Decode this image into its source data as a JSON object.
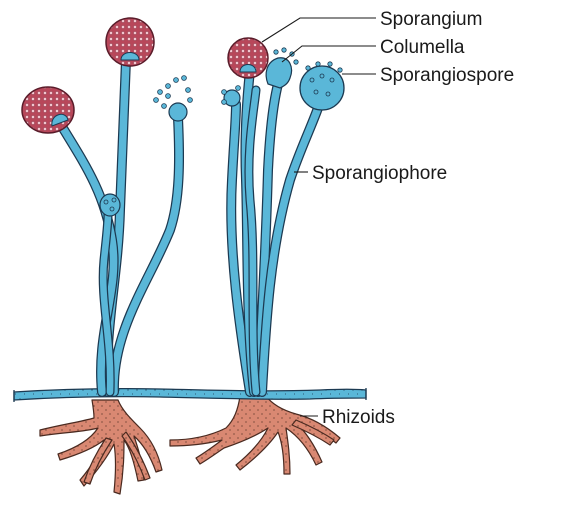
{
  "labels": {
    "sporangium": "Sporangium",
    "columella": "Columella",
    "sporangiospore": "Sporangiospore",
    "sporangiophore": "Sporangiophore",
    "rhizoids": "Rhizoids"
  },
  "colors": {
    "hypha_fill": "#5ab7d8",
    "hypha_outline": "#1c3a52",
    "sporangium_fill": "#b8475a",
    "sporangium_dots": "#f2c6cf",
    "rhizoid_fill": "#d98872",
    "rhizoid_outline": "#4a2a20"
  }
}
